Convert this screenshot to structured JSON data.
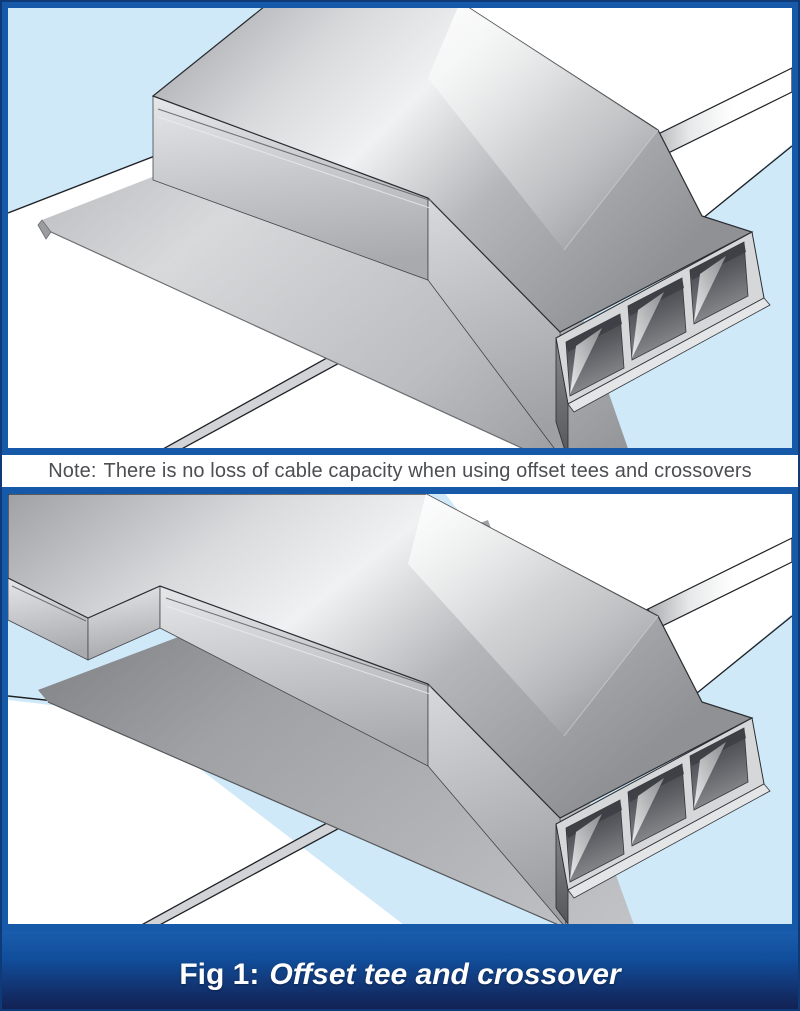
{
  "figure": {
    "note": {
      "label": "Note:",
      "text": "There is no loss of cable capacity when using offset tees and crossovers"
    },
    "footer": {
      "fig_label": "Fig 1:",
      "title": "Offset tee and crossover"
    },
    "panels": [
      {
        "id": "top",
        "content": "offset crossover trunking illustration"
      },
      {
        "id": "bottom",
        "content": "offset tee trunking illustration"
      }
    ],
    "colors": {
      "frame_blue": "#1659a9",
      "frame_edge_dark": "#0e3a77",
      "panel_background_light_blue": "#cfe9f9",
      "corridor_white": "#ffffff",
      "outline_black": "#1f2125",
      "note_text_gray": "#4c4e52",
      "banner_gradient_top": "#1a5dac",
      "banner_gradient_bottom": "#131d4c",
      "metal_light": "#f0f1f2",
      "metal_dark": "#8f9195"
    }
  }
}
